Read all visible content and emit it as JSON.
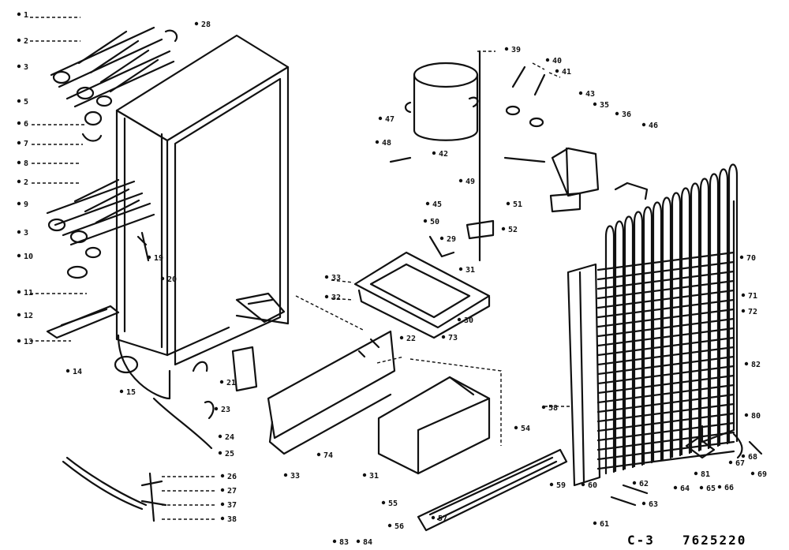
{
  "diagram": {
    "page_code": "C-3",
    "drawing_number": "7625220",
    "callouts": [
      "1",
      "2",
      "3",
      "5",
      "6",
      "7",
      "8",
      "2",
      "9",
      "3",
      "10",
      "11",
      "12",
      "13",
      "14",
      "15",
      "19",
      "28",
      "20",
      "21",
      "23",
      "24",
      "25",
      "26",
      "27",
      "37",
      "38",
      "39",
      "40",
      "41",
      "43",
      "35",
      "36",
      "46",
      "47",
      "48",
      "42",
      "49",
      "45",
      "50",
      "51",
      "52",
      "29",
      "31",
      "33",
      "32",
      "22",
      "73",
      "30",
      "74",
      "33",
      "31",
      "54",
      "55",
      "56",
      "57",
      "58",
      "59",
      "60",
      "61",
      "62",
      "63",
      "64",
      "65",
      "66",
      "67",
      "68",
      "69",
      "70",
      "71",
      "72",
      "82",
      "80",
      "81",
      "83",
      "84"
    ]
  }
}
